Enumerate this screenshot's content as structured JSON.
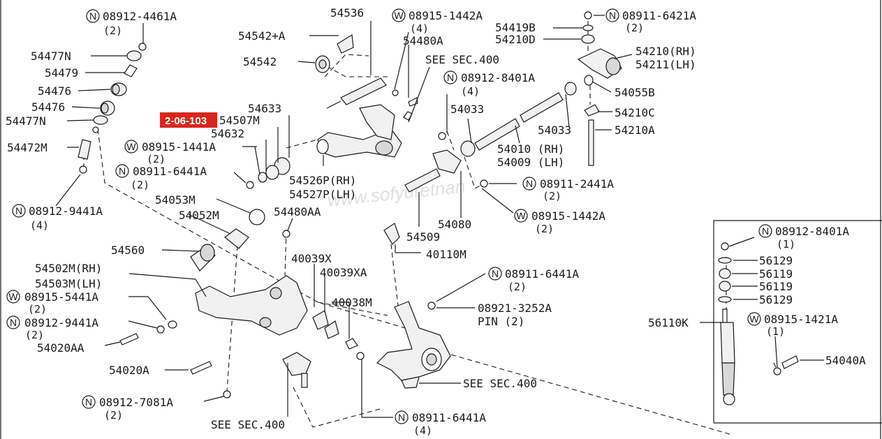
{
  "watermark": "www.sofyuretnan",
  "reference_badge": "2-06-103",
  "labels": {
    "n_08912_4461A": "08912-4461A",
    "q2_a": "(2)",
    "p54477N_top": "54477N",
    "p54479": "54479",
    "p54476_a": "54476",
    "p54476_b": "54476",
    "p54477N_bot": "54477N",
    "p54472M": "54472M",
    "n_08912_9441A_top": "08912-9441A",
    "q4_a": "(4)",
    "p54536": "54536",
    "p54542A": "54542+A",
    "p54542": "54542",
    "w_08915_1442A_top": "08915-1442A",
    "q4_b": "(4)",
    "p54480A": "54480A",
    "see_sec400_a": "SEE SEC.400",
    "p54633": "54633",
    "p54507M": "54507M",
    "p54632": "54632",
    "w_08915_1441A": "08915-1441A",
    "q2_b": "(2)",
    "n_08911_6441A_l": "08911-6441A",
    "q2_c": "(2)",
    "p54526P": "54526P(RH)",
    "p54527P": "54527P(LH)",
    "p54053M": "54053M",
    "p54052M": "54052M",
    "p54480AA": "54480AA",
    "n_08912_8401A_top": "08912-8401A",
    "q4_c": "(4)",
    "p54033_a": "54033",
    "p54419B": "54419B",
    "p54210D": "54210D",
    "n_08911_6421A": "08911-6421A",
    "q2_d": "(2)",
    "p54210RH": "54210(RH)",
    "p54211LH": "54211(LH)",
    "p54055B": "54055B",
    "p54210C": "54210C",
    "p54033_b": "54033",
    "p54210A": "54210A",
    "p54010": "54010 (RH)",
    "p54009": "54009 (LH)",
    "n_08911_2441A": "08911-2441A",
    "q2_e": "(2)",
    "w_08915_1442A_mid": "08915-1442A",
    "q2_f": "(2)",
    "p54080": "54080",
    "p54509": "54509",
    "p40110M": "40110M",
    "p54560": "54560",
    "p54502M": "54502M(RH)",
    "p54503M": "54503M(LH)",
    "w_08915_5441A": "08915-5441A",
    "q2_g": "(2)",
    "n_08912_9441A_bot": "08912-9441A",
    "q2_h": "(2)",
    "p54020AA": "54020AA",
    "p54020A": "54020A",
    "n_08912_7081A": "08912-7081A",
    "q2_i": "(2)",
    "see_sec400_b": "SEE SEC.400",
    "p40039X": "40039X",
    "p40039XA": "40039XA",
    "p40038M": "40038M",
    "n_08911_6441A_mid": "08911-6441A",
    "q2_j": "(2)",
    "p08921": "08921-3252A",
    "pin2": "PIN (2)",
    "see_sec400_c": "SEE SEC.400",
    "n_08911_6441A_bot": "08911-6441A",
    "q4_d": "(4)",
    "n_08912_8401A_box": "08912-8401A",
    "q1_a": "(1)",
    "p56129_a": "56129",
    "p56119_a": "56119",
    "p56119_b": "56119",
    "p56129_b": "56129",
    "p56110K": "56110K",
    "w_08915_1421A": "08915-1421A",
    "q1_b": "(1)",
    "p54040A": "54040A"
  },
  "symbols": {
    "nut": "N",
    "washer": "W"
  },
  "colors": {
    "ink": "#1a1a1a",
    "badge": "#d9261c",
    "paper": "#ffffff"
  }
}
